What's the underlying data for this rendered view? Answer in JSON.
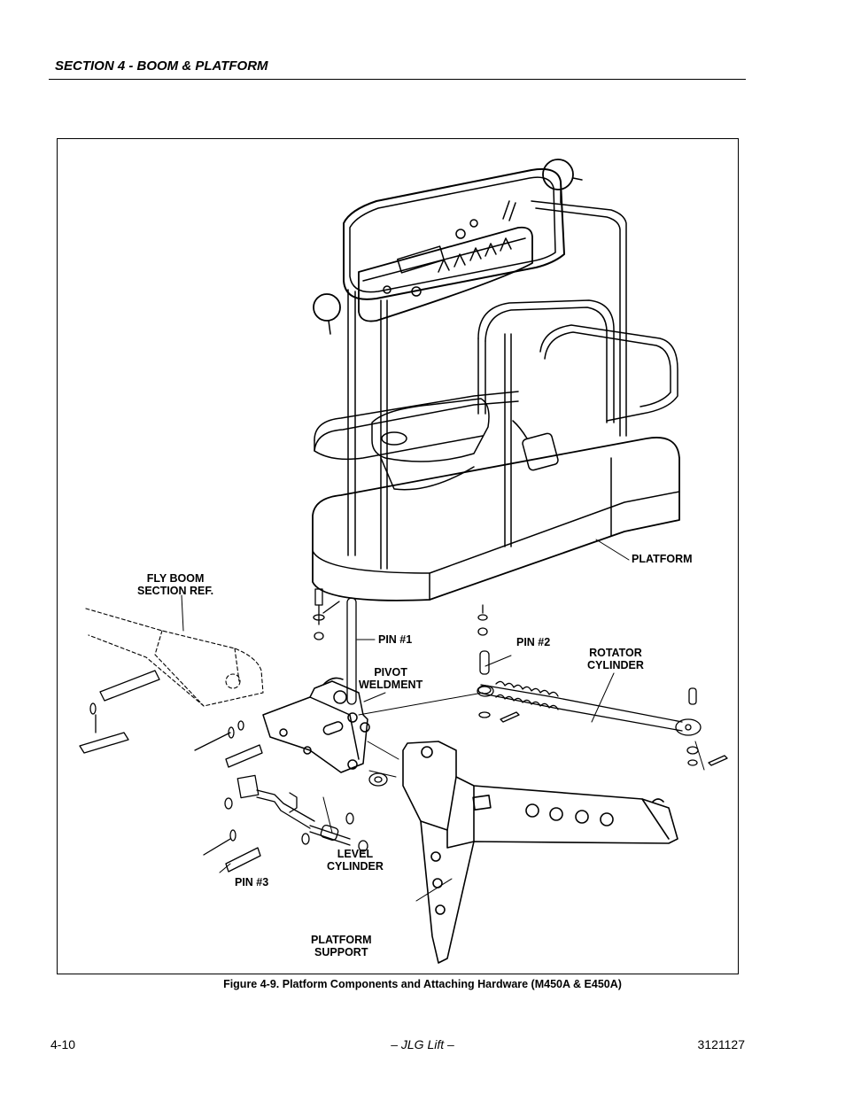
{
  "header": {
    "section_title": "SECTION 4 - BOOM & PLATFORM"
  },
  "figure": {
    "labels": {
      "platform": "PLATFORM",
      "fly_boom_1": "FLY BOOM",
      "fly_boom_2": "SECTION REF.",
      "pin1": "PIN #1",
      "pin2": "PIN #2",
      "rotator_1": "ROTATOR",
      "rotator_2": "CYLINDER",
      "pivot_1": "PIVOT",
      "pivot_2": "WELDMENT",
      "level_1": "LEVEL",
      "level_2": "CYLINDER",
      "pin3": "PIN #3",
      "support_1": "PLATFORM",
      "support_2": "SUPPORT"
    },
    "caption": "Figure 4-9.  Platform Components and Attaching Hardware (M450A & E450A)"
  },
  "footer": {
    "page": "4-10",
    "center": "– JLG Lift –",
    "doc_number": "3121127"
  },
  "colors": {
    "line": "#000000",
    "background": "#ffffff"
  }
}
